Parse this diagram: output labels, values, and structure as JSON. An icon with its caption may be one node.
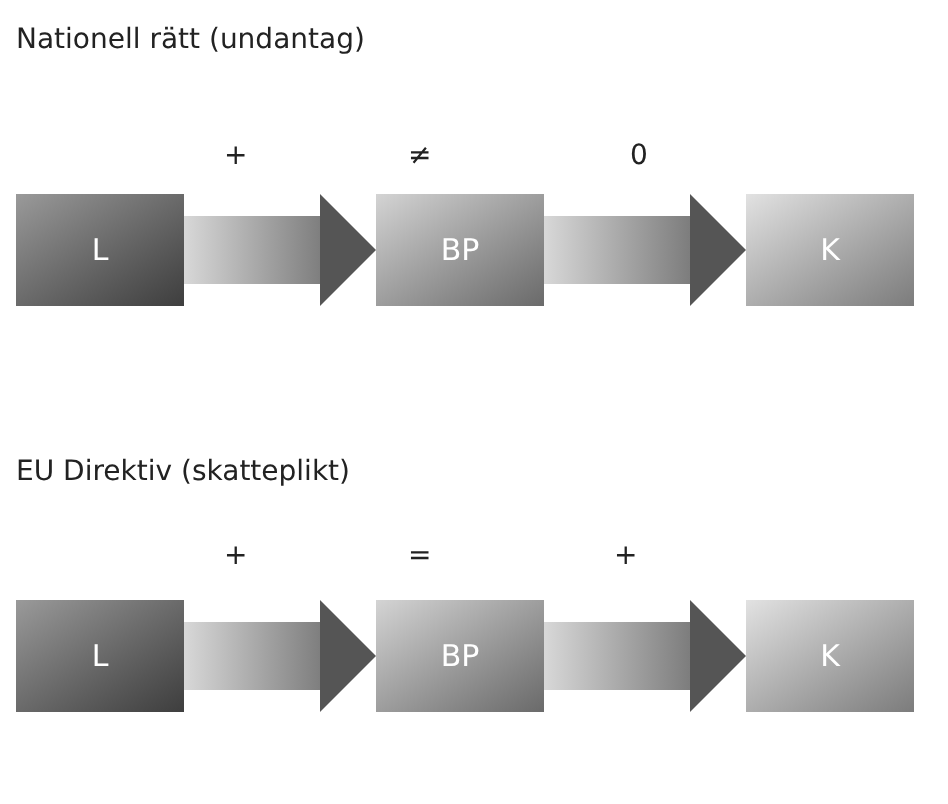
{
  "diagram": {
    "nodes": [
      {
        "text": [
          "L"
        ]
      },
      {
        "text": [
          "BP"
        ]
      },
      {
        "text": [
          "K"
        ]
      },
      {
        "text": [
          "L"
        ]
      },
      {
        "text": [
          "BP"
        ]
      },
      {
        "text": [
          "K"
        ]
      }
    ],
    "edges": [
      {
        "from": 0,
        "to": 1,
        "arrow": "to"
      },
      {
        "from": 1,
        "to": 2,
        "arrow": "to"
      },
      {
        "from": 3,
        "to": 4,
        "arrow": "to"
      },
      {
        "from": 4,
        "to": 5,
        "arrow": "to"
      }
    ],
    "labels": [
      "Nationell rätt (undantag)",
      "+",
      "≠",
      "0",
      "EU Direktiv (skatteplikt)",
      "+",
      "=",
      "+"
    ]
  }
}
